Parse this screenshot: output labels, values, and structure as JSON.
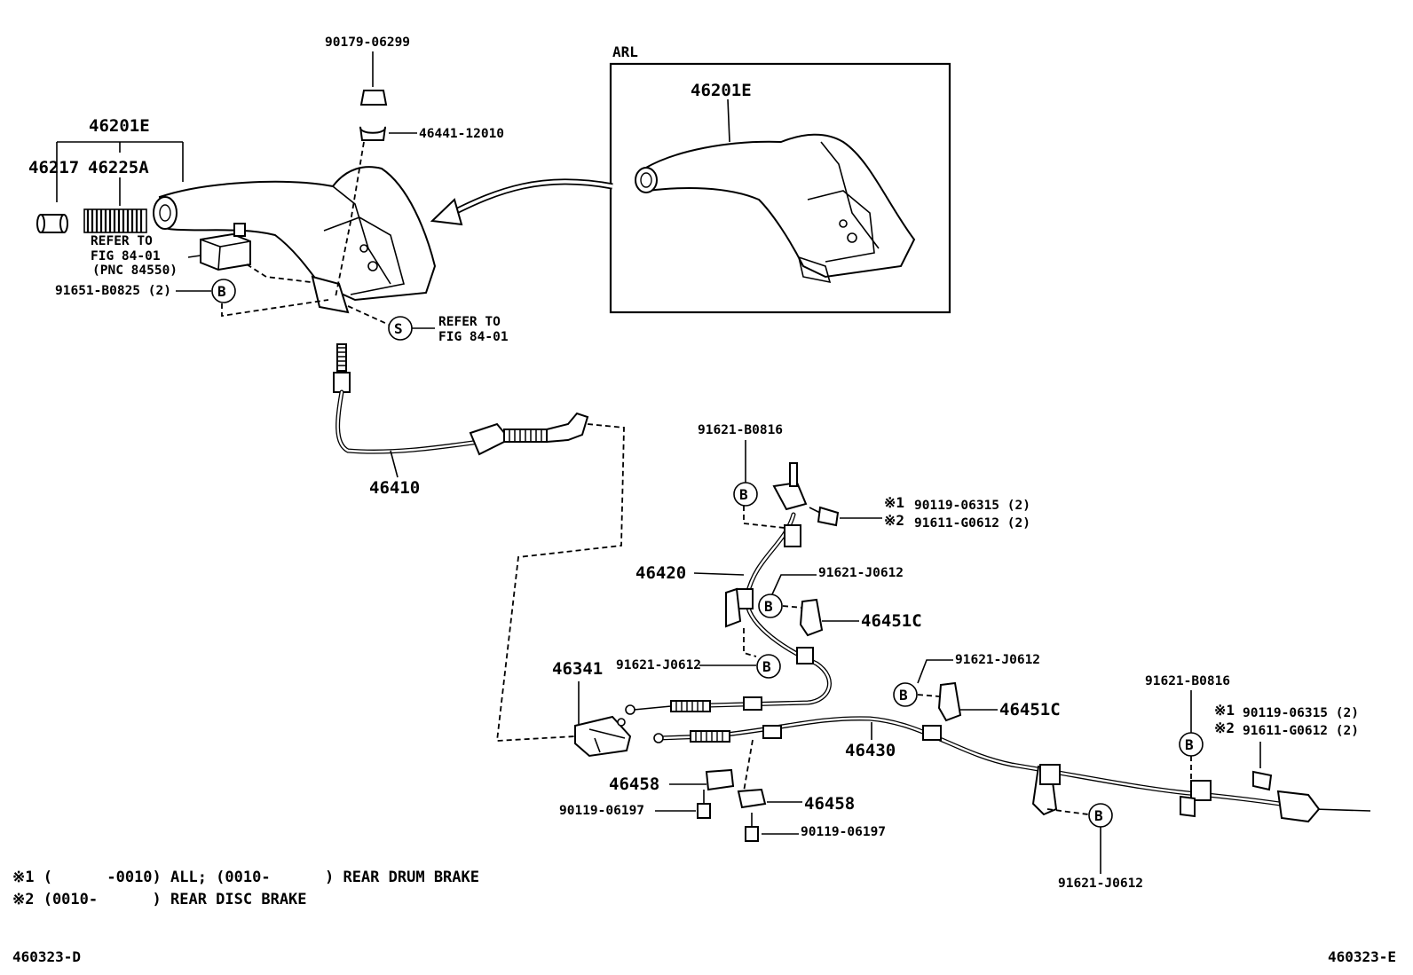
{
  "labels": {
    "arl": "ARL",
    "p46201e_arl": "46201E",
    "p90179": "90179-06299",
    "p46441": "46441-12010",
    "p46201e": "46201E",
    "p46217": "46217",
    "p46225a": "46225A",
    "refer1_l1": "REFER TO",
    "refer1_l2": "FIG 84-01",
    "refer1_l3": "(PNC 84550)",
    "p91651": "91651-B0825 (2)",
    "refer2_l1": "REFER TO",
    "refer2_l2": "FIG 84-01",
    "p46410": "46410",
    "p91621_b0816_a": "91621-B0816",
    "p90119_06315_a": "90119-06315 (2)",
    "p91611_g0612_a": "91611-G0612 (2)",
    "p46420": "46420",
    "p91621_j0612_a": "91621-J0612",
    "p46451c_a": "46451C",
    "p91621_j0612_b": "91621-J0612",
    "p46341": "46341",
    "p91621_j0612_c": "91621-J0612",
    "p46451c_b": "46451C",
    "p91621_b0816_b": "91621-B0816",
    "p90119_06315_b": "90119-06315 (2)",
    "p91611_g0612_b": "91611-G0612 (2)",
    "p46430": "46430",
    "p46458_a": "46458",
    "p90119_06197_a": "90119-06197",
    "p46458_b": "46458",
    "p90119_06197_b": "90119-06197",
    "p91621_j0612_d": "91621-J0612",
    "mark_b": "B",
    "mark_s": "S",
    "ref1": "※1",
    "ref2": "※2"
  },
  "notes": {
    "line1": "※1 (      -0010) ALL; (0010-      ) REAR DRUM BRAKE",
    "line2": "※2 (0010-      ) REAR DISC BRAKE"
  },
  "footer": {
    "left": "460323-D",
    "right": "460323-E"
  }
}
